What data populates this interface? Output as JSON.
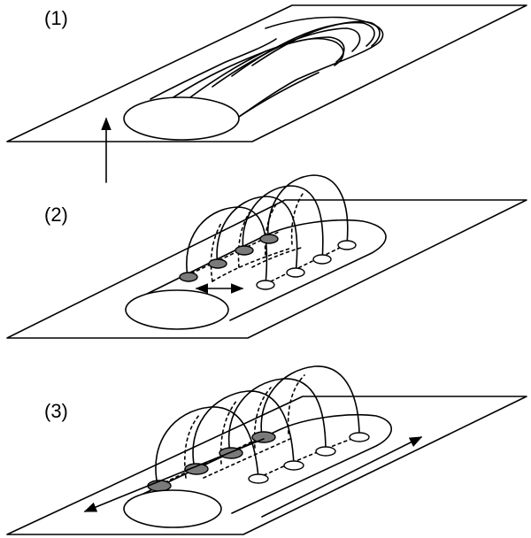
{
  "panels": [
    {
      "label": "(1)"
    },
    {
      "label": "(2)"
    },
    {
      "label": "(3)"
    }
  ]
}
